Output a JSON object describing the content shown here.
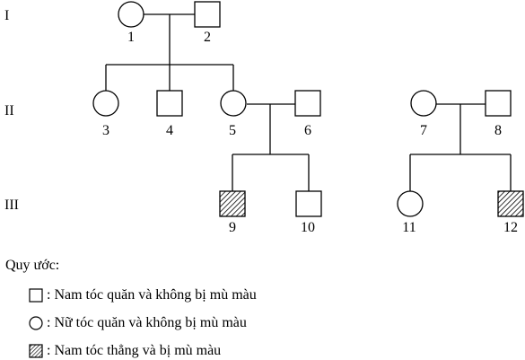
{
  "generations": [
    "I",
    "II",
    "III"
  ],
  "individuals": [
    {
      "id": "1",
      "sex": "female",
      "affected": false
    },
    {
      "id": "2",
      "sex": "male",
      "affected": false
    },
    {
      "id": "3",
      "sex": "female",
      "affected": false
    },
    {
      "id": "4",
      "sex": "male",
      "affected": false
    },
    {
      "id": "5",
      "sex": "female",
      "affected": false
    },
    {
      "id": "6",
      "sex": "male",
      "affected": false
    },
    {
      "id": "7",
      "sex": "female",
      "affected": false
    },
    {
      "id": "8",
      "sex": "male",
      "affected": false
    },
    {
      "id": "9",
      "sex": "male",
      "affected": true
    },
    {
      "id": "10",
      "sex": "male",
      "affected": false
    },
    {
      "id": "11",
      "sex": "female",
      "affected": false
    },
    {
      "id": "12",
      "sex": "male",
      "affected": true
    }
  ],
  "legend": {
    "title": "Quy ước:",
    "items": [
      {
        "symbol": "square",
        "text": ": Nam tóc quăn và không bị mù màu"
      },
      {
        "symbol": "circle",
        "text": ": Nữ tóc quăn và không bị mù màu"
      },
      {
        "symbol": "hatched-square",
        "text": ": Nam tóc thẳng và bị mù màu"
      }
    ]
  }
}
